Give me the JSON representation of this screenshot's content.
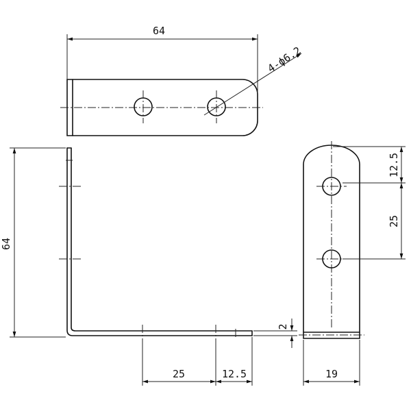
{
  "drawing": {
    "dimensions": {
      "top_width": "64",
      "hole_note": "4-ϕ6.2",
      "side_height": "64",
      "right_top_offset": "12.5",
      "right_hole_spacing": "25",
      "thickness": "2",
      "bottom_hole_spacing": "25",
      "bottom_edge_offset": "12.5",
      "right_width": "19"
    }
  }
}
